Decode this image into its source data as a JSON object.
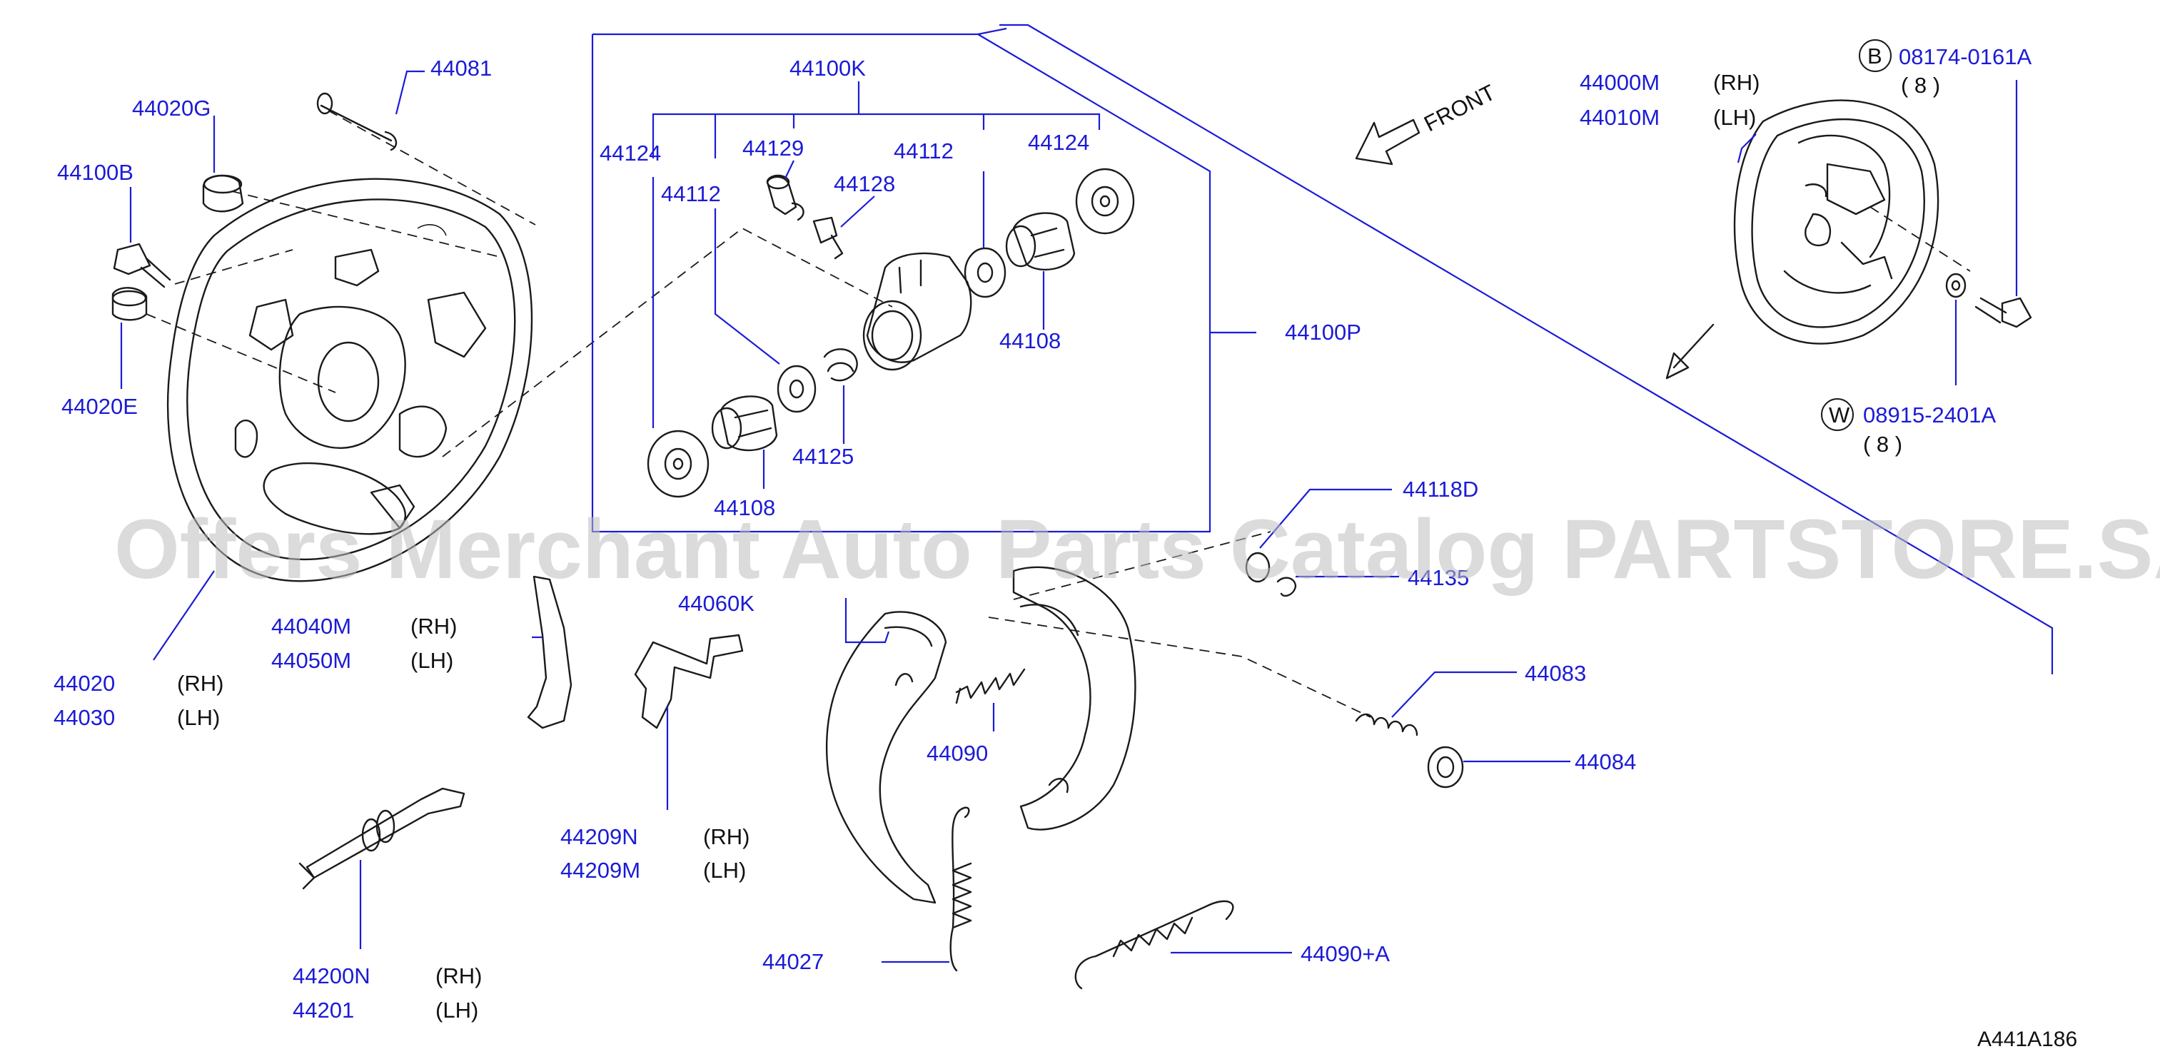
{
  "watermark": "Offers Merchant Auto Parts Catalog PARTSTORE.SA",
  "figure_ref": "A441A186",
  "front_label": "FRONT",
  "hardware": {
    "bolt": {
      "symbol": "B",
      "part": "08174-0161A",
      "qty": "( 8 )"
    },
    "washer": {
      "symbol": "W",
      "part": "08915-2401A",
      "qty": "( 8 )"
    }
  },
  "callouts": {
    "p44081": "44081",
    "p44020G": "44020G",
    "p44100B": "44100B",
    "p44020E": "44020E",
    "p44100K": "44100K",
    "p44124a": "44124",
    "p44129": "44129",
    "p44112a": "44112",
    "p44124b": "44124",
    "p44112b": "44112",
    "p44128": "44128",
    "p44108a": "44108",
    "p44108b": "44108",
    "p44125": "44125",
    "p44100P": "44100P",
    "p44000M": "44000M",
    "p44010M": "44010M",
    "p44118D": "44118D",
    "p44135": "44135",
    "p44060K": "44060K",
    "p44040M": "44040M",
    "p44050M": "44050M",
    "p44020": "44020",
    "p44030": "44030",
    "p44083": "44083",
    "p44084": "44084",
    "p44090": "44090",
    "p44209N": "44209N",
    "p44209M": "44209M",
    "p44200N": "44200N",
    "p44201": "44201",
    "p44027": "44027",
    "p44090A": "44090+A"
  },
  "sides": {
    "rh": "(RH)",
    "lh": "(LH)"
  }
}
